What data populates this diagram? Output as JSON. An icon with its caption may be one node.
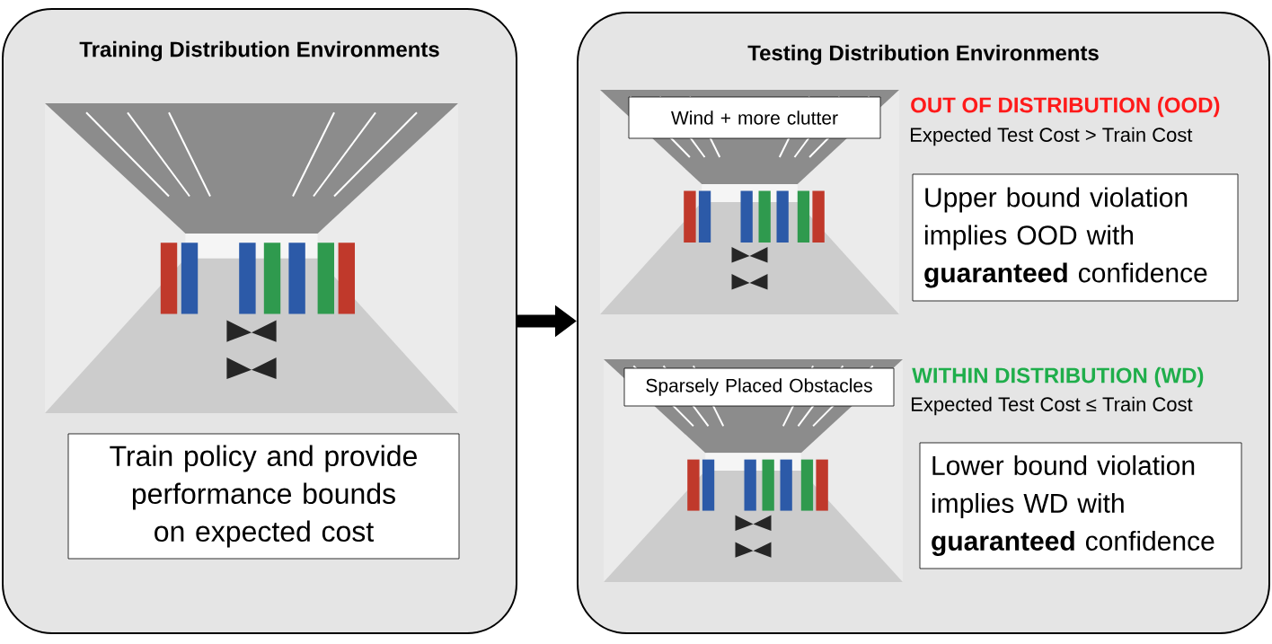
{
  "diagram": {
    "nodes": [
      {
        "text": [
          "Training Distribution Environments"
        ]
      },
      {
        "text": [],
        "shape": "picture",
        "in": 0
      },
      {
        "text": [
          "Train policy and provide performance bounds on expected cost"
        ],
        "in": 0
      },
      {
        "text": [
          "Testing Distribution Environments"
        ]
      },
      {
        "text": [],
        "shape": "picture",
        "in": 3
      },
      {
        "text": [
          "Wind + more clutter"
        ],
        "in": 4
      },
      {
        "text": [
          "Upper bound violation implies OOD with **guaranteed** confidence"
        ],
        "in": 3
      },
      {
        "text": [],
        "shape": "picture",
        "in": 3
      },
      {
        "text": [
          "Sparsely Placed Obstacles"
        ],
        "in": 7
      },
      {
        "text": [
          "Lower bound violation implies WD with **guaranteed** confidence"
        ],
        "in": 3
      }
    ],
    "edges": [
      {
        "from": 0,
        "to": 3,
        "arrow": "to"
      }
    ],
    "labels": [
      "OUT OF DISTRIBUTION (OOD)",
      "Expected Test Cost > Train Cost",
      "WITHIN DISTRIBUTION (WD)",
      "Expected Test Cost ≤ Train Cost"
    ]
  }
}
